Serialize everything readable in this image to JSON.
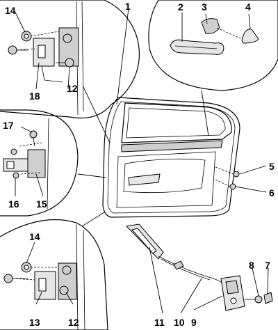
{
  "diagram": {
    "callouts": {
      "c1": "1",
      "c2": "2",
      "c3": "3",
      "c4": "4",
      "c5": "5",
      "c6": "6",
      "c7": "7",
      "c8": "8",
      "c9": "9",
      "c10": "10",
      "c11": "11",
      "c12a": "12",
      "c12b": "12",
      "c13": "13",
      "c14a": "14",
      "c14b": "14",
      "c15": "15",
      "c16": "16",
      "c17": "17",
      "c18": "18"
    }
  }
}
